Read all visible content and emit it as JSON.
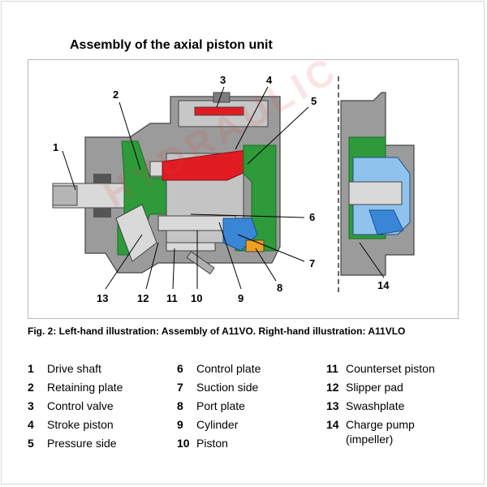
{
  "title": "Assembly of the axial piston unit",
  "caption": "Fig. 2: Left-hand illustration: Assembly of A11VO. Right-hand illustration: A11VLO",
  "watermark": "HYDRAULIC",
  "callouts": [
    "1",
    "2",
    "3",
    "4",
    "5",
    "6",
    "7",
    "8",
    "9",
    "10",
    "11",
    "12",
    "13",
    "14"
  ],
  "legend": [
    {
      "num": "1",
      "label": "Drive shaft"
    },
    {
      "num": "2",
      "label": "Retaining plate"
    },
    {
      "num": "3",
      "label": "Control valve"
    },
    {
      "num": "4",
      "label": "Stroke piston"
    },
    {
      "num": "5",
      "label": "Pressure side"
    },
    {
      "num": "6",
      "label": "Control plate"
    },
    {
      "num": "7",
      "label": "Suction side"
    },
    {
      "num": "8",
      "label": "Port plate"
    },
    {
      "num": "9",
      "label": "Cylinder"
    },
    {
      "num": "10",
      "label": "Piston"
    },
    {
      "num": "11",
      "label": "Counterset piston"
    },
    {
      "num": "12",
      "label": "Slipper pad"
    },
    {
      "num": "13",
      "label": "Swashplate"
    },
    {
      "num": "14",
      "label": "Charge pump (impeller)"
    }
  ],
  "colors": {
    "housing": "#9b9b9b",
    "housing_dark": "#6f6f6f",
    "green": "#2e9a3a",
    "red": "#e01b22",
    "blue": "#3a86d6",
    "light_blue": "#8fc3ee",
    "steel": "#d9d9d9"
  }
}
